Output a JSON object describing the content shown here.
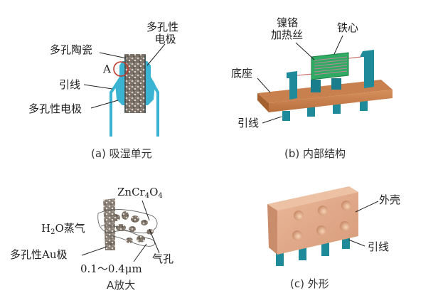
{
  "panels": {
    "a": {
      "caption": "(a) 吸湿单元",
      "labels": {
        "porous_electrode_top_line1": "多孔性",
        "porous_electrode_top_line2": "电极",
        "porous_ceramic": "多孔陶瓷",
        "marker_a": "A",
        "lead": "引线",
        "porous_electrode_left": "多孔性电极"
      }
    },
    "b": {
      "caption": "(b) 内部结构",
      "labels": {
        "nichrome_line1": "镍铬",
        "nichrome_line2": "加热丝",
        "iron_core": "铁心",
        "base": "底座",
        "lead": "引线"
      }
    },
    "detail": {
      "caption": "A放大",
      "labels": {
        "compound_main": "ZnCr",
        "compound_sub1": "4",
        "compound_o": "O",
        "compound_sub2": "4",
        "vapor_h": "H",
        "vapor_sub": "2",
        "vapor_rest": "O蒸气",
        "au_electrode": "多孔性Au极",
        "pore_size": "0.1～0.4μm",
        "pore": "气孔"
      }
    },
    "c": {
      "caption": "(c) 外形",
      "labels": {
        "shell": "外壳",
        "lead": "引线"
      }
    }
  },
  "colors": {
    "electrode_blue": "#3bb3d3",
    "ceramic_gray": "#8a7f74",
    "base_copper": "#c8804f",
    "post_teal": "#1f8a9a",
    "core_green": "#2faa62",
    "shell_peach": "#e0a98a",
    "callout_red": "#c0392b"
  }
}
